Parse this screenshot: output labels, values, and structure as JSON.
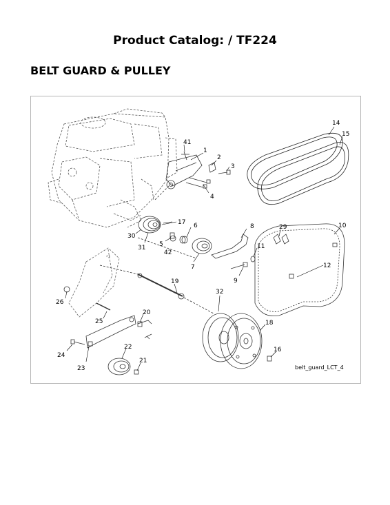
{
  "header": {
    "title": "Product Catalog: / TF224"
  },
  "section": {
    "title": "BELT GUARD & PULLEY"
  },
  "diagram": {
    "caption": "belt_guard_LCT_4",
    "callouts": [
      "1",
      "2",
      "3",
      "4",
      "5",
      "6",
      "7",
      "8",
      "9",
      "10",
      "11",
      "12",
      "14",
      "15",
      "16",
      "17",
      "18",
      "19",
      "20",
      "21",
      "22",
      "23",
      "24",
      "25",
      "26",
      "29",
      "30",
      "31",
      "32",
      "41",
      "42"
    ]
  }
}
